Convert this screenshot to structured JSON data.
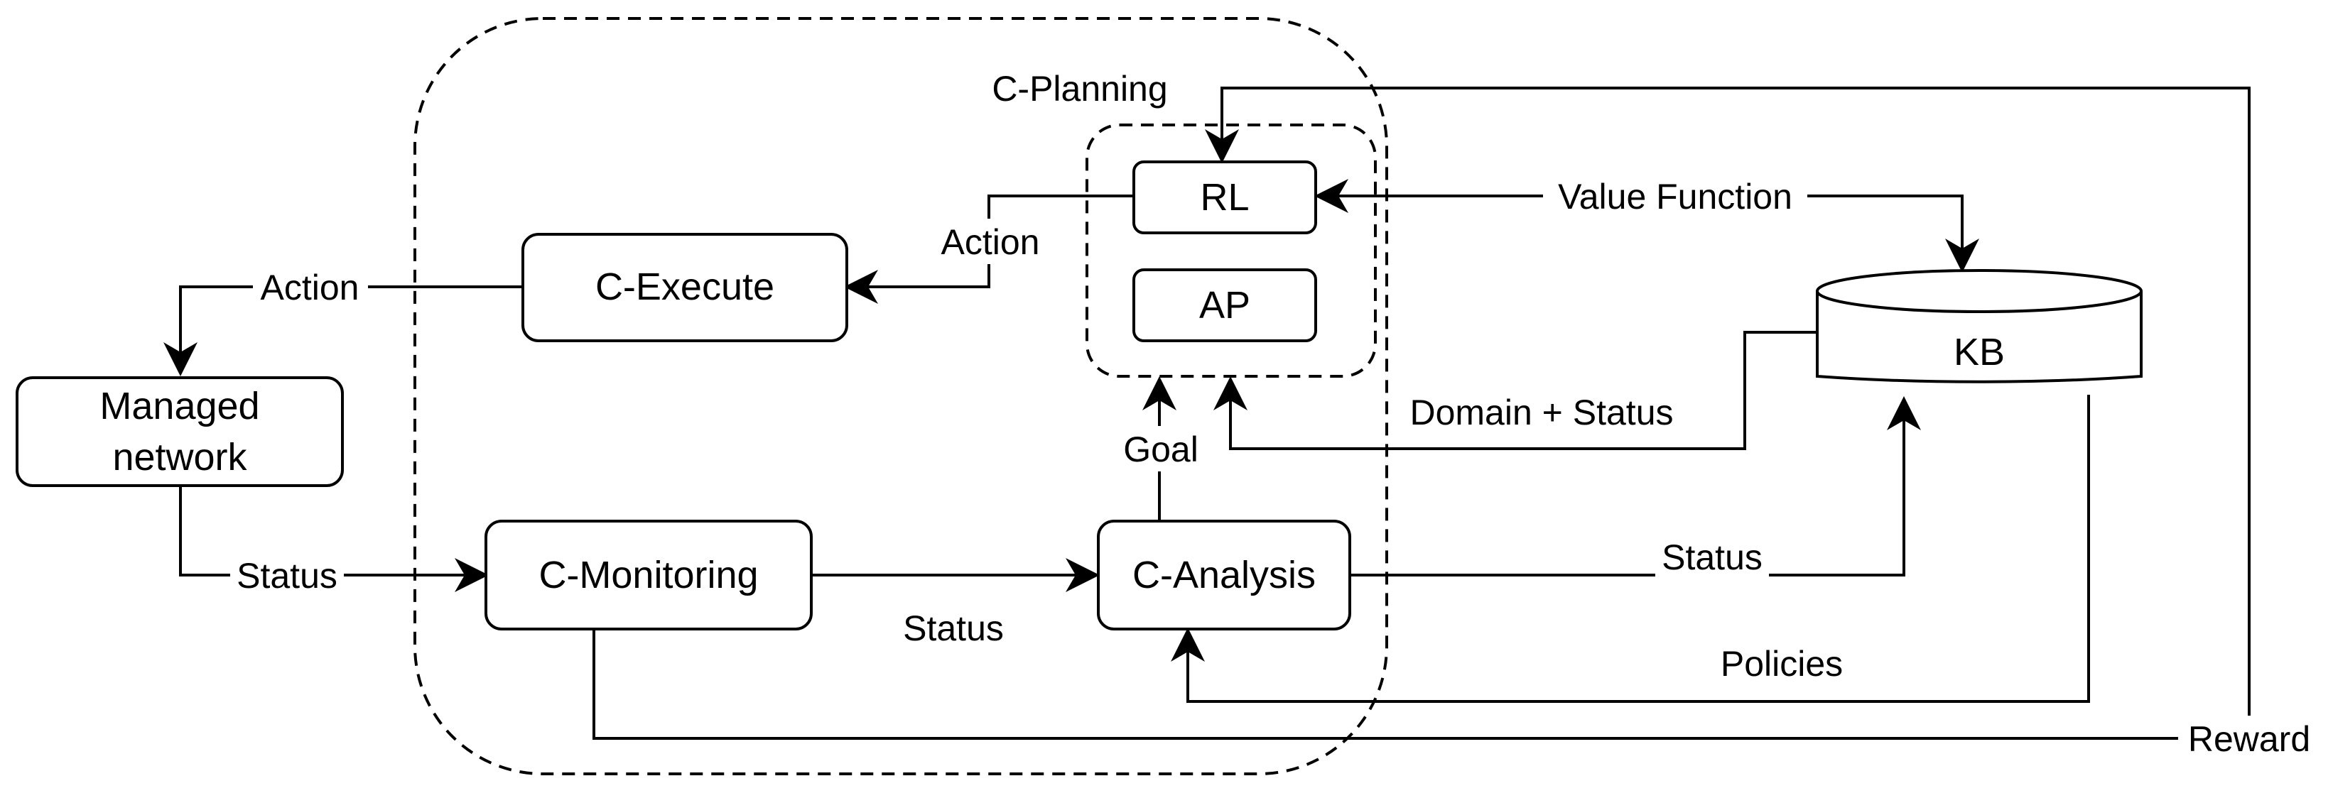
{
  "groups": {
    "planning_title": "C-Planning"
  },
  "nodes": {
    "rl": "RL",
    "ap": "AP",
    "execute": "C-Execute",
    "managed_line1": "Managed",
    "managed_line2": "network",
    "monitoring": "C-Monitoring",
    "analysis": "C-Analysis",
    "kb": "KB"
  },
  "edges": {
    "action_plan_to_execute": "Action",
    "action_execute_to_network": "Action",
    "value_function": "Value Function",
    "domain_status": "Domain + Status",
    "goal": "Goal",
    "status_network_to_monitoring": "Status",
    "status_monitoring_to_analysis": "Status",
    "status_analysis_to_kb": "Status",
    "policies": "Policies",
    "reward": "Reward"
  },
  "colors": {
    "stroke": "#000000",
    "background": "#ffffff"
  }
}
